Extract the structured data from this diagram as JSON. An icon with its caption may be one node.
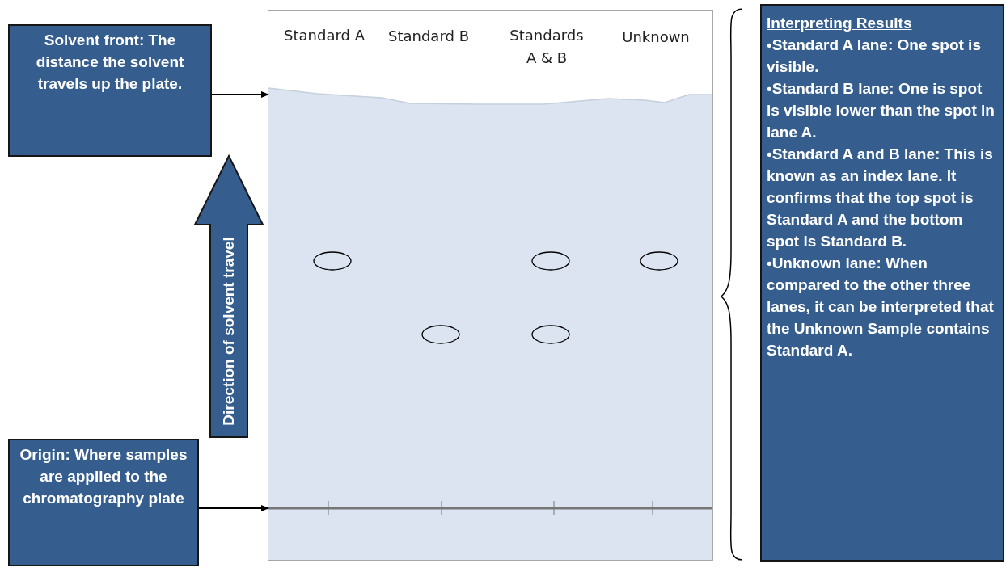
{
  "diagram": {
    "nodes": [
      {
        "text": [
          "Solvent front: The distance the solvent travels up the plate."
        ]
      },
      {
        "text": [
          "Direction of solvent travel"
        ]
      },
      {
        "text": [
          "Origin: Where samples are applied to the chromatography plate"
        ]
      },
      {
        "text": [],
        "shape": "box"
      },
      {
        "text": [],
        "shape": "line",
        "in": 3
      },
      {
        "text": [],
        "shape": "line",
        "in": 3
      },
      {
        "text": [
          "Interpreting Results",
          "•Standard A lane: One spot is visible.",
          "•Standard B lane: One is spot is visible lower than the spot in lane A.",
          "•Standard A and B lane: This is known as an index lane. It confirms that the top spot is Standard A and the bottom spot is Standard B.",
          "•Unknown lane: When compared to the other three lanes, it can be interpreted that the Unknown Sample contains Standard A."
        ]
      }
    ],
    "edges": [
      {
        "from": 0,
        "to": 4,
        "arrow": "to"
      },
      {
        "from": 2,
        "to": 5,
        "arrow": "to"
      }
    ],
    "labels": [
      "Standard A",
      "Standard B",
      "Standards A & B",
      "Unknown"
    ]
  }
}
